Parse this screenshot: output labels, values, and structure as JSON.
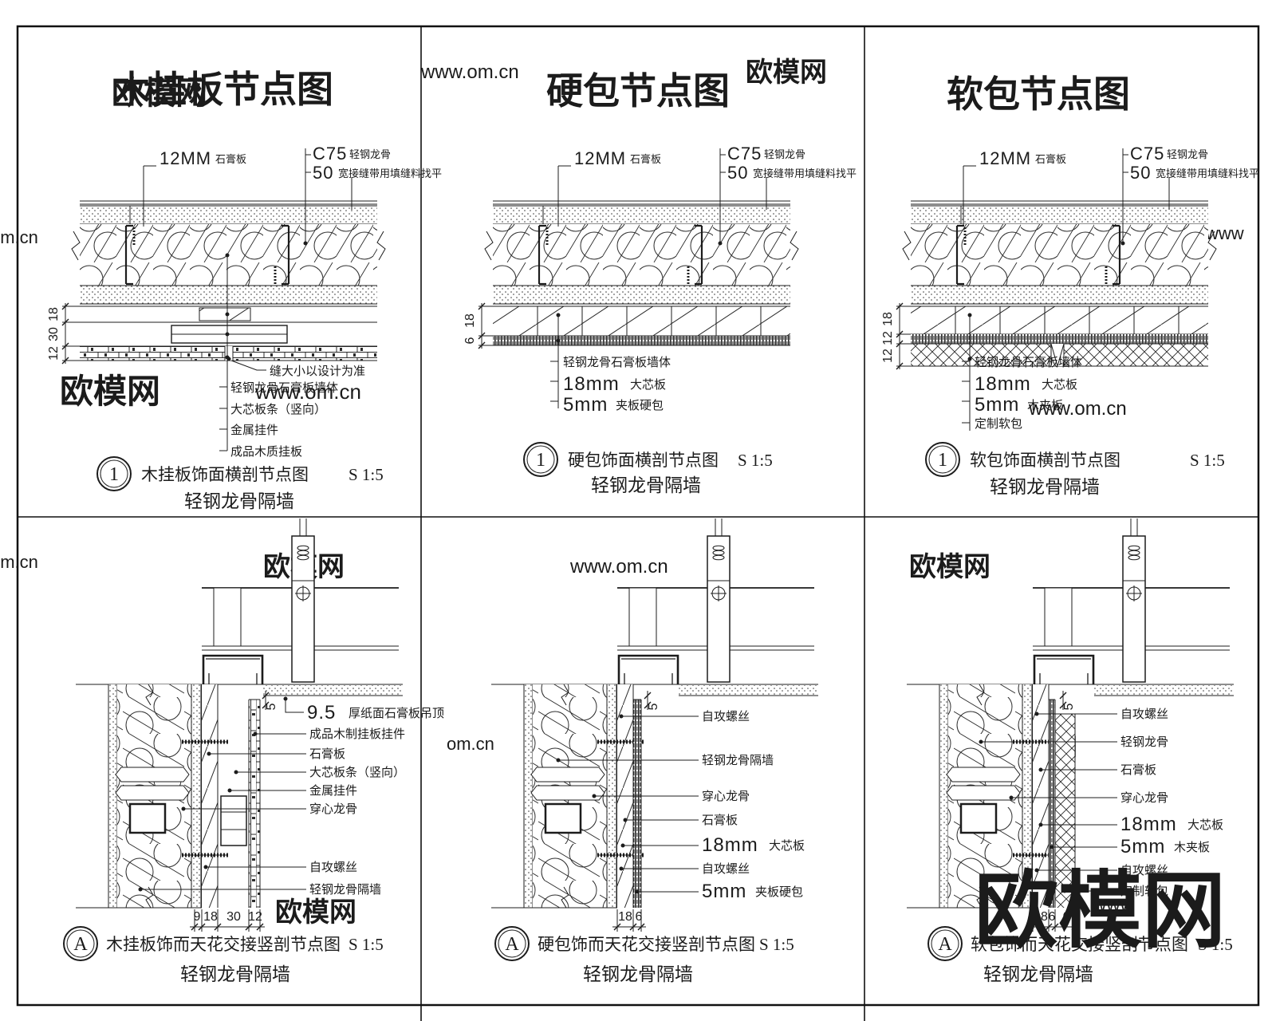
{
  "colors": {
    "line": "#1c1c1c",
    "watermark_dark": "#2f2f2f",
    "watermark_light": "#d8d8d8"
  },
  "watermarks": [
    {
      "text": "欧模网"
    },
    {
      "text": "www.om.cn"
    },
    {
      "text": "欧模网"
    },
    {
      "text": "om.cn"
    },
    {
      "text": "欧模网"
    },
    {
      "text": "www.om.cn"
    },
    {
      "text": "www"
    },
    {
      "text": "www.om.cn"
    },
    {
      "text": "om.cn"
    },
    {
      "text": "欧模网"
    },
    {
      "text": "www.om.cn"
    },
    {
      "text": "欧模网"
    },
    {
      "text": "om.cn"
    },
    {
      "text": "欧模网"
    },
    {
      "text": "欧模网"
    },
    {
      "text": "欧模网"
    },
    {
      "text": "www"
    }
  ],
  "shared": {
    "gyp_num": "12MM",
    "gyp_cn": "石膏板",
    "c75_num": "C75",
    "c75_cn": "轻钢龙骨",
    "w50_num": "50",
    "w50_cn": "宽接缝带用填缝料找平",
    "scale": "S 1:5",
    "subtitle": "轻钢龙骨隔墙",
    "idx_circle": "1",
    "idx_section": "A"
  },
  "p1": {
    "title": "木挂板节点图",
    "dims": [
      "18",
      "30",
      "12"
    ],
    "joint": "缝大小以设计为准",
    "labels": [
      "轻钢龙骨石膏板墙体",
      "大芯板条（竖向）",
      "金属挂件",
      "成品木质挂板"
    ],
    "detail": "木挂板饰面横剖节点图"
  },
  "p2": {
    "title": "硬包节点图",
    "dims": [
      "18",
      "6"
    ],
    "l1": "轻钢龙骨石膏板墙体",
    "l2n": "18mm",
    "l2c": "大芯板",
    "l3n": "5mm",
    "l3c": "夹板硬包",
    "detail": "硬包饰面横剖节点图"
  },
  "p3": {
    "title": "软包节点图",
    "dims": [
      "18",
      "12",
      "12"
    ],
    "l1": "轻钢龙骨石膏板墙体",
    "l2n": "18mm",
    "l2c": "大芯板",
    "l3n": "5mm",
    "l3c": "木夹板",
    "l4": "定制软包",
    "detail": "软包饰面横剖节点图"
  },
  "p4": {
    "dim5": "5",
    "dims": [
      "9",
      "18",
      "30",
      "12"
    ],
    "l1n": "9.5",
    "l1c": "厚纸面石膏板吊顶",
    "labels": [
      "成品木制挂板挂件",
      "石膏板",
      "大芯板条（竖向）",
      "金属挂件",
      "穿心龙骨",
      "自攻螺丝",
      "轻钢龙骨隔墙"
    ],
    "detail": "木挂板饰而天花交接竖剖节点图"
  },
  "p5": {
    "dim5": "5",
    "dims": [
      "18",
      "6"
    ],
    "l1": "自攻螺丝",
    "l2": "轻钢龙骨隔墙",
    "l3": "穿心龙骨",
    "l4": "石膏板",
    "l5n": "18mm",
    "l5c": "大芯板",
    "l6": "自攻螺丝",
    "l7n": "5mm",
    "l7c": "夹板硬包",
    "detail": "硬包饰而天花交接竖剖节点图"
  },
  "p6": {
    "dim5": "5",
    "dims": [
      "18",
      "6",
      "6"
    ],
    "l1": "自攻螺丝",
    "l2": "轻钢龙骨",
    "l3": "石膏板",
    "l4": "穿心龙骨",
    "l5n": "18mm",
    "l5c": "大芯板",
    "l6n": "5mm",
    "l6c": "木夹板",
    "l7": "自攻螺丝",
    "l8": "定制软包",
    "detail": "软包饰而天花交接竖剖节点图"
  }
}
